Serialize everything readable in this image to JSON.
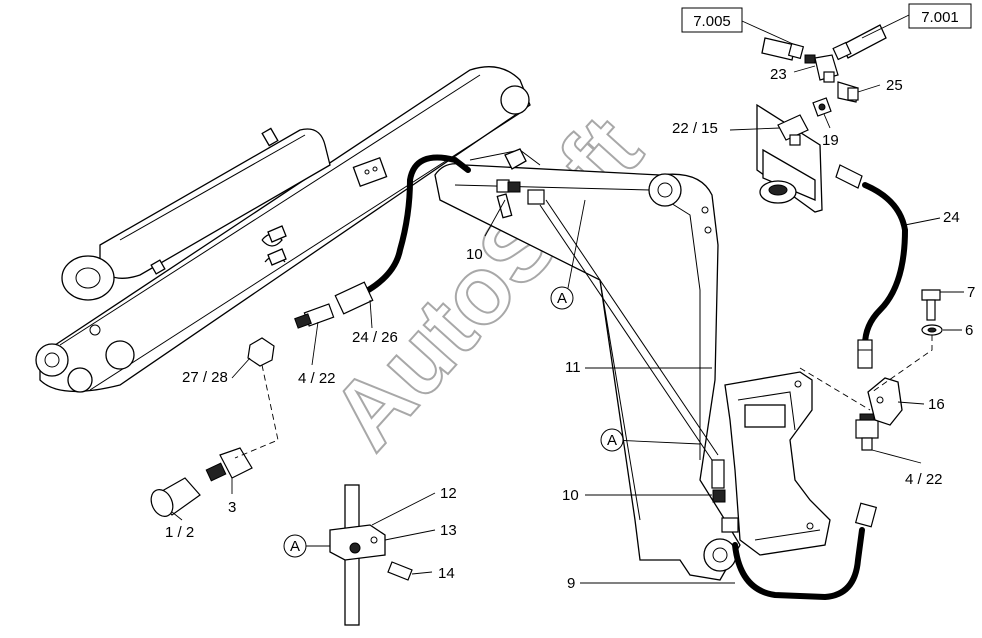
{
  "watermark": "AutoSoft",
  "references": {
    "ref_7005": "7.005",
    "ref_7001": "7.001"
  },
  "labels": {
    "l23": "23",
    "l25": "25",
    "l22_15": "22 / 15",
    "l19": "19",
    "l24": "24",
    "l7": "7",
    "l6": "6",
    "l16": "16",
    "l4_22_right": "4 / 22",
    "l10_top": "10",
    "l24_26": "24 / 26",
    "l27_28": "27 / 28",
    "l4_22_left": "4 / 22",
    "l11": "11",
    "l3": "3",
    "l1_2": "1 / 2",
    "l12": "12",
    "l13": "13",
    "l14": "14",
    "l10_bottom": "10",
    "l9": "9"
  },
  "markers": {
    "a_top": "A",
    "a_mid": "A",
    "a_detail": "A"
  }
}
